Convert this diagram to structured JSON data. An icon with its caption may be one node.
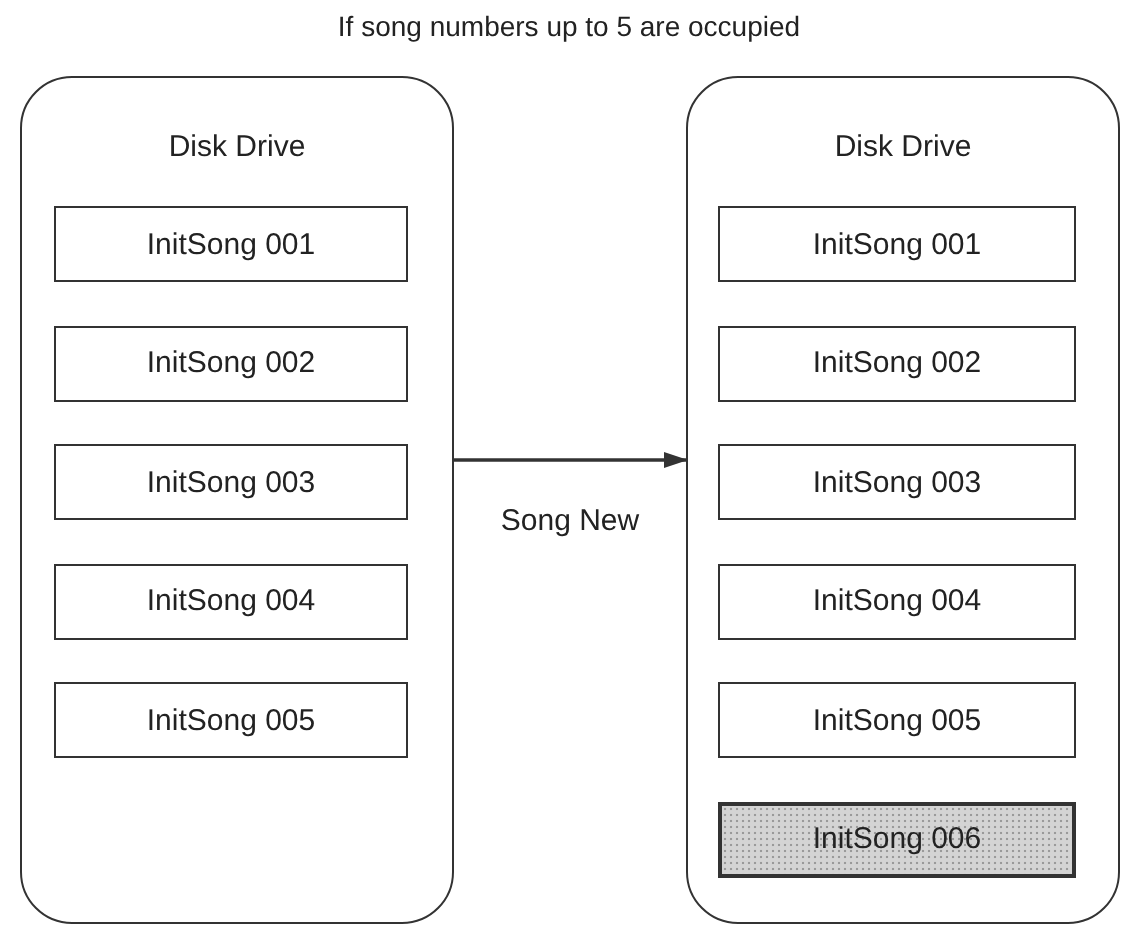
{
  "diagram": {
    "title": "If song numbers up to 5 are occupied",
    "nodes": [
      {
        "text": [
          "Disk Drive"
        ]
      },
      {
        "text": [
          "InitSong 001"
        ],
        "in": 0
      },
      {
        "text": [
          "InitSong 002"
        ],
        "in": 0
      },
      {
        "text": [
          "InitSong 003"
        ],
        "in": 0
      },
      {
        "text": [
          "InitSong 004"
        ],
        "in": 0
      },
      {
        "text": [
          "InitSong 005"
        ],
        "in": 0
      },
      {
        "text": [
          "Disk Drive"
        ]
      },
      {
        "text": [
          "InitSong 001"
        ],
        "in": 6
      },
      {
        "text": [
          "InitSong 002"
        ],
        "in": 6
      },
      {
        "text": [
          "InitSong 003"
        ],
        "in": 6
      },
      {
        "text": [
          "InitSong 004"
        ],
        "in": 6
      },
      {
        "text": [
          "InitSong 005"
        ],
        "in": 6
      },
      {
        "text": [
          "InitSong 006"
        ],
        "in": 6
      }
    ],
    "edges": [
      {
        "from": 0,
        "to": 6,
        "arrow": "to",
        "label": "Song New"
      }
    ]
  }
}
